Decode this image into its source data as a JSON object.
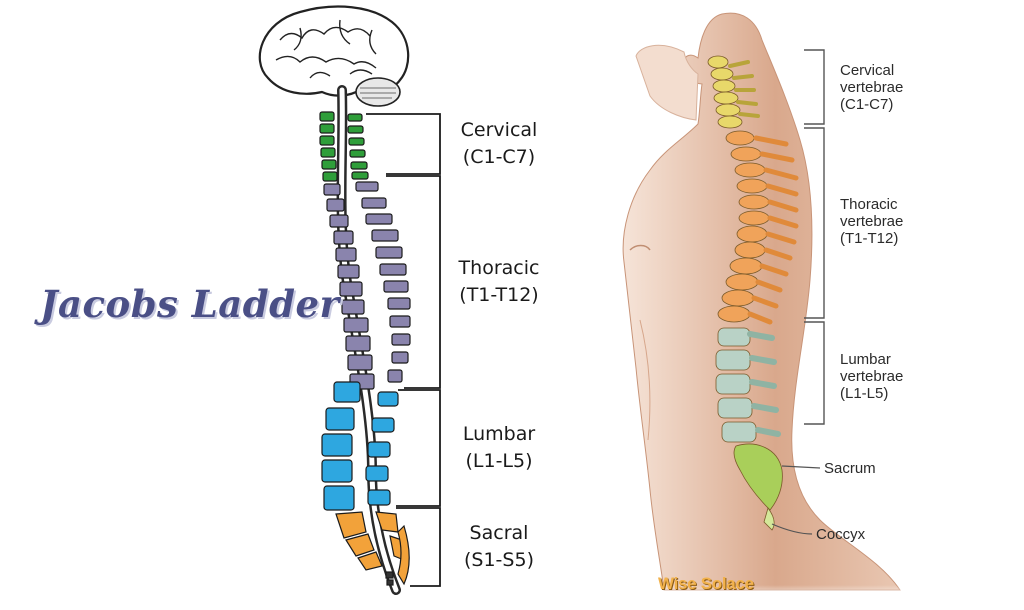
{
  "brand": {
    "title": "Jacobs Ladder",
    "title_color": "#4a4f86"
  },
  "left_diagram": {
    "regions": [
      {
        "line1": "Cervical",
        "line2": "(C1-C7)",
        "color": "#2f9e3a"
      },
      {
        "line1": "Thoracic",
        "line2": "(T1-T12)",
        "color": "#8a84ad"
      },
      {
        "line1": "Lumbar",
        "line2": "(L1-L5)",
        "color": "#2ea7e0"
      },
      {
        "line1": "Sacral",
        "line2": "(S1-S5)",
        "color": "#f2a23a"
      }
    ]
  },
  "right_diagram": {
    "regions": [
      {
        "line1": "Cervical",
        "line2": "vertebrae",
        "line3": "(C1-C7)"
      },
      {
        "line1": "Thoracic",
        "line2": "vertebrae",
        "line3": "(T1-T12)"
      },
      {
        "line1": "Lumbar",
        "line2": "vertebrae",
        "line3": "(L1-L5)"
      }
    ],
    "callouts": [
      "Sacrum",
      "Coccyx"
    ]
  },
  "watermark": "Wise Solace"
}
